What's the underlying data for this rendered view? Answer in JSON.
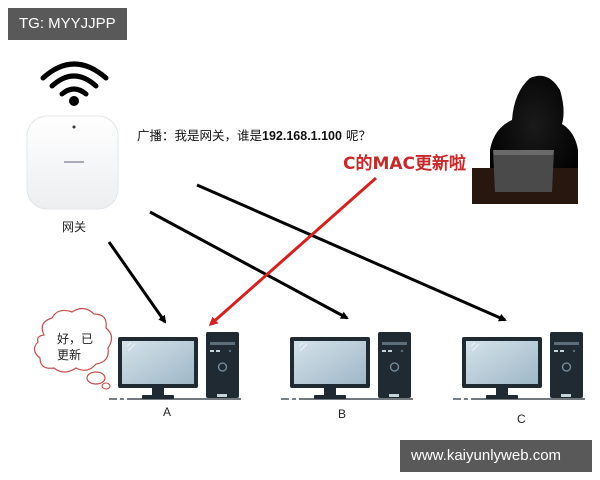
{
  "watermark_top": {
    "text": "TG: MYYJJPP"
  },
  "watermark_bottom": {
    "text": "www.kaiyunlyweb.com"
  },
  "gateway": {
    "label": "网关",
    "icon": "wifi-router-icon"
  },
  "broadcast_message": {
    "prefix": "广播：我是网关，谁是",
    "ip": "192.168.1.100",
    "suffix": " 呢？"
  },
  "attacker": {
    "icon": "hacker-icon",
    "message": "C的MAC更新啦"
  },
  "computers": [
    {
      "label": "A",
      "thought": {
        "line1": "好，已",
        "line2": "更新"
      }
    },
    {
      "label": "B"
    },
    {
      "label": "C"
    }
  ],
  "colors": {
    "arrow_black": "#000000",
    "arrow_red": "#d32222",
    "monitor_frame": "#1f2a33",
    "screen": "#b8ccd9",
    "tower": "#1f2a33",
    "thought_bubble_border": "#c0504d",
    "watermark_bg": "#595959"
  }
}
